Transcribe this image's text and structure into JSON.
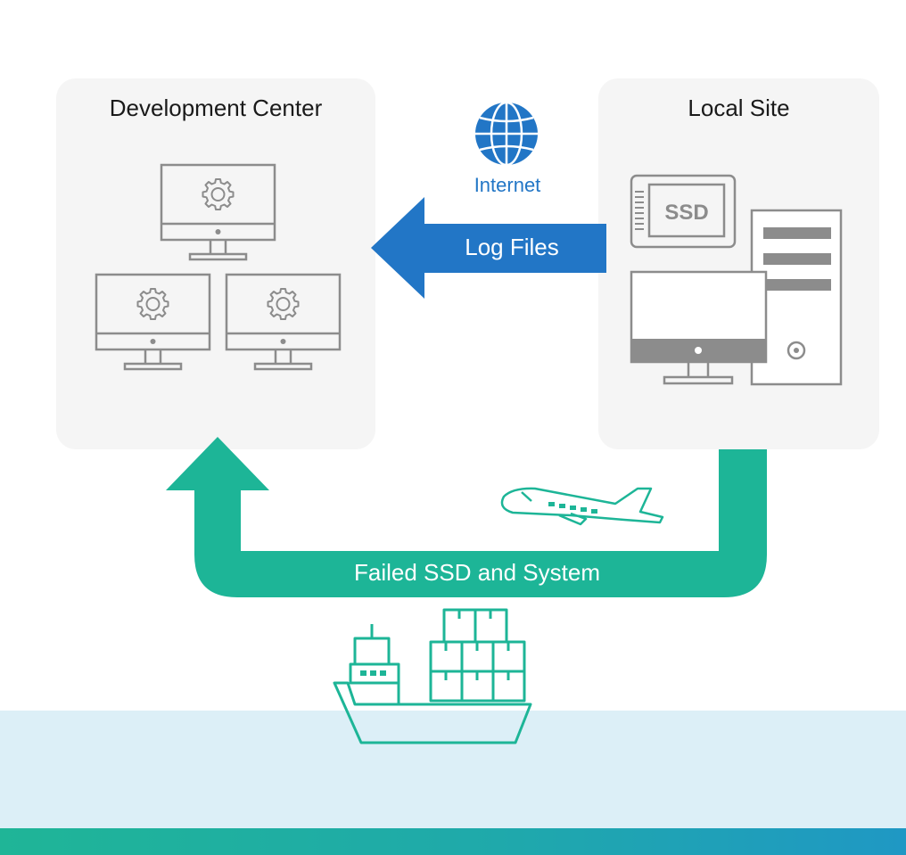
{
  "dev_center": {
    "title": "Development Center"
  },
  "local_site": {
    "title": "Local Site",
    "ssd_text": "SSD"
  },
  "internet": {
    "label": "Internet"
  },
  "log_flow": {
    "label": "Log Files"
  },
  "return_flow": {
    "label": "Failed SSD and System"
  },
  "colors": {
    "blue_arrow": "#2276c6",
    "green_arrow": "#1db597",
    "icon_gray": "#8c8c8c",
    "sea": "#dceff7"
  }
}
